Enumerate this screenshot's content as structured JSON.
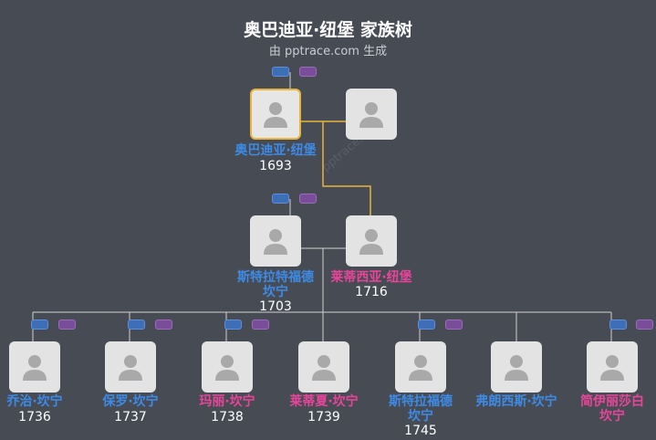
{
  "header": {
    "title": "奥巴迪亚·纽堡 家族树",
    "subtitle": "由 pptrace.com 生成",
    "watermark": "pptrace.com"
  },
  "colors": {
    "background": "#474b54",
    "male": "#3d8be6",
    "female": "#e8459a",
    "highlight_line": "#e8b53b",
    "line": "#d0d0d0"
  },
  "people": {
    "obadiah": {
      "name": "奥巴迪亚·纽堡",
      "year": "1693",
      "gender": "male",
      "selected": true
    },
    "obadiah_spouse": {
      "name": "",
      "year": "",
      "gender": "unknown"
    },
    "stratford": {
      "name_line1": "斯特拉特福德",
      "name_line2": "坎宁",
      "year": "1703",
      "gender": "male"
    },
    "letitia": {
      "name": "莱蒂西亚·纽堡",
      "year": "1716",
      "gender": "female"
    },
    "children": [
      {
        "name": "乔治·坎宁",
        "year": "1736",
        "gender": "male"
      },
      {
        "name": "保罗·坎宁",
        "year": "1737",
        "gender": "male"
      },
      {
        "name": "玛丽·坎宁",
        "year": "1738",
        "gender": "female"
      },
      {
        "name": "莱蒂夏·坎宁",
        "year": "1739",
        "gender": "female"
      },
      {
        "name_line1": "斯特拉福德",
        "name_line2": "坎宁",
        "year": "1745",
        "gender": "male"
      },
      {
        "name": "弗朗西斯·坎宁",
        "year": "",
        "gender": "male"
      },
      {
        "name_line1": "简伊丽莎白",
        "name_line2": "坎宁",
        "year": "",
        "gender": "female"
      }
    ]
  }
}
